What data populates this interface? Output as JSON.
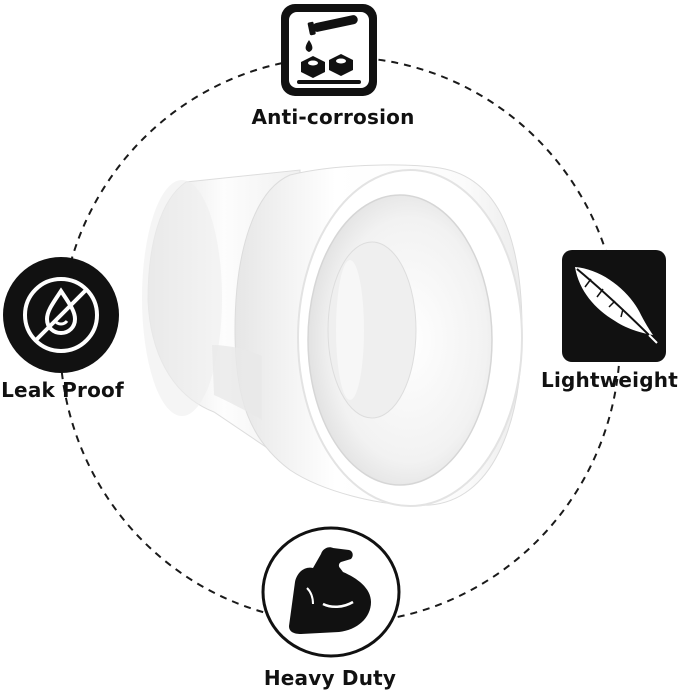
{
  "features": {
    "anti_corrosion": {
      "label": "Anti-corrosion",
      "icon": "corrosion-icon"
    },
    "leak_proof": {
      "label": "Leak Proof",
      "icon": "no-water-drop-icon"
    },
    "lightweight": {
      "label": "Lightweight",
      "icon": "feather-icon"
    },
    "heavy_duty": {
      "label": "Heavy Duty",
      "icon": "flexed-arm-icon"
    }
  },
  "colors": {
    "badge": "#111111",
    "dashed_circle": "#1a1a1a",
    "product": "#f4f4f4"
  }
}
